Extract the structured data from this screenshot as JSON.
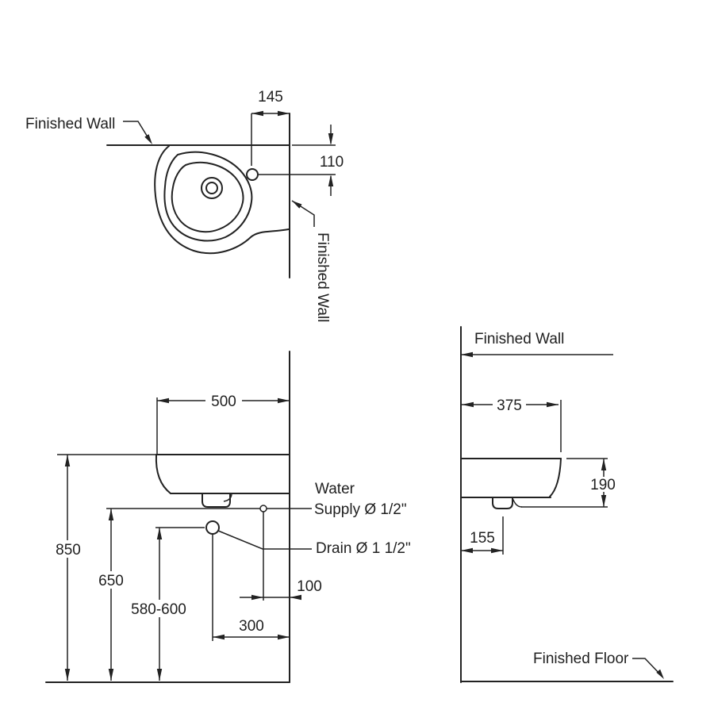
{
  "top_view": {
    "finished_wall_left": "Finished Wall",
    "finished_wall_right": "Finished Wall",
    "dim_faucet_offset": "145",
    "dim_faucet_from_wall": "110"
  },
  "front_view": {
    "dim_width": "500",
    "dim_rim_height": "850",
    "dim_supply_height": "650",
    "dim_drain_height": "580-600",
    "dim_drain_from_wall": "300",
    "dim_supply_from_wall": "100",
    "label_water": "Water",
    "label_supply": "Supply Ø 1/2\"",
    "label_drain": "Drain Ø 1 1/2\""
  },
  "side_view": {
    "finished_wall": "Finished Wall",
    "finished_floor": "Finished Floor",
    "dim_depth": "375",
    "dim_rim_thickness": "190",
    "dim_trap_from_wall": "155"
  },
  "colors": {
    "line": "#222222",
    "background": "#ffffff"
  }
}
